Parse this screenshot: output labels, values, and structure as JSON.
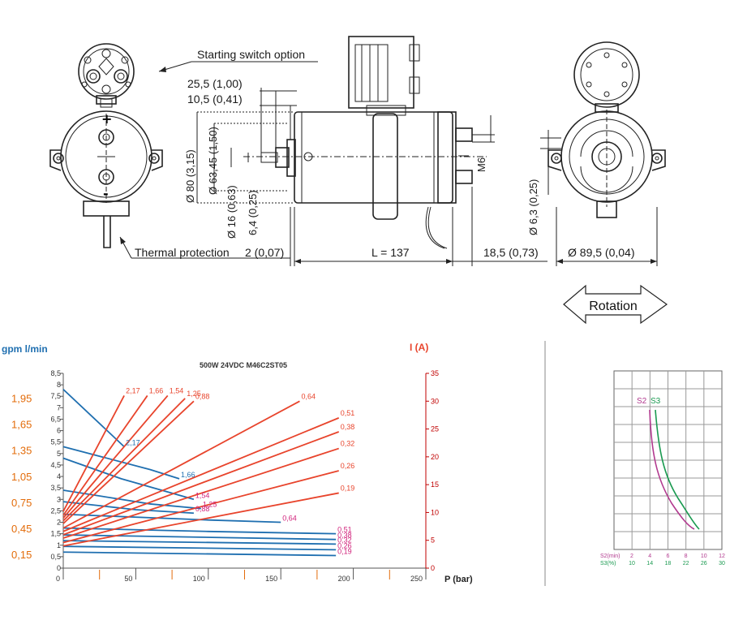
{
  "drawing": {
    "starting_switch_label": "Starting switch option",
    "thermal_protection_label": "Thermal protection",
    "rotation_label": "Rotation",
    "dims": {
      "d_25_5": "25,5 (1,00)",
      "d_10_5": "10,5 (0,41)",
      "d_80": "Ø 80 (3,15)",
      "d_63_45": "Ø 63,45 (1,50)",
      "d_16": "Ø 16 (0,63)",
      "d_6_4": "6,4 (0,25)",
      "d_2": "2 (0,07)",
      "d_L": "L = 137",
      "d_18_5": "18,5 (0,73)",
      "d_89_5": "Ø 89,5 (0,04)",
      "d_m6": "M6",
      "d_6_3": "Ø 6,3 (0,25)"
    },
    "plus_sign": "+",
    "minus_sign": "-"
  },
  "performance_chart": {
    "title": "500W 24VDC M46C2ST05",
    "left_axis_label": "gpm l/min",
    "right_axis_label": "I (A)",
    "x_axis_label": "P (bar)",
    "x_ticks": [
      "0",
      "50",
      "100",
      "150",
      "200",
      "250"
    ],
    "y_left_ticks": [
      "0",
      "0,5",
      "1",
      "1,5",
      "2",
      "2,5",
      "3",
      "3,5",
      "4",
      "4,5",
      "5",
      "5,5",
      "6",
      "6,5",
      "7",
      "7,5",
      "8",
      "8,5"
    ],
    "y_right_ticks": [
      "0",
      "5",
      "10",
      "15",
      "20",
      "25",
      "30",
      "35"
    ],
    "gpm_ticks": [
      "1,95",
      "1,65",
      "1,35",
      "1,05",
      "0,75",
      "0,45",
      "0,15"
    ]
  },
  "duty_chart": {
    "s2_label": "S2",
    "s3_label": "S3",
    "s2_axis_name": "S2(min)",
    "s3_axis_name": "S3(%)",
    "s2_ticks": [
      "2",
      "4",
      "6",
      "8",
      "10",
      "12"
    ],
    "s3_ticks": [
      "10",
      "14",
      "18",
      "22",
      "26",
      "30"
    ]
  },
  "chart_data": {
    "type": "line",
    "title": "500W 24VDC M46C2ST05",
    "xlabel": "P (bar)",
    "ylabel": "gpm l/min",
    "y2label": "I (A)",
    "xlim": [
      0,
      250
    ],
    "ylim": [
      0,
      8.5
    ],
    "y2lim": [
      0,
      35
    ],
    "grid": false,
    "flow_series": [
      {
        "name": "2,17",
        "x": [
          0,
          42
        ],
        "y": [
          7.8,
          5.3
        ]
      },
      {
        "name": "1,66",
        "x": [
          0,
          60,
          80
        ],
        "y": [
          5.3,
          4.3,
          3.9
        ]
      },
      {
        "name": "1,54",
        "x": [
          0,
          40,
          90
        ],
        "y": [
          4.8,
          3.9,
          3.0
        ]
      },
      {
        "name": "1,25",
        "x": [
          0,
          60,
          95
        ],
        "y": [
          3.4,
          2.8,
          2.6
        ]
      },
      {
        "name": "0,88",
        "x": [
          0,
          50,
          90
        ],
        "y": [
          2.9,
          2.55,
          2.4
        ]
      },
      {
        "name": "0,64",
        "x": [
          0,
          100,
          150
        ],
        "y": [
          2.35,
          2.1,
          2.0
        ]
      },
      {
        "name": "0,51",
        "x": [
          0,
          100,
          188
        ],
        "y": [
          1.75,
          1.6,
          1.5
        ]
      },
      {
        "name": "0,38",
        "x": [
          0,
          188
        ],
        "y": [
          1.45,
          1.25
        ]
      },
      {
        "name": "0,32",
        "x": [
          0,
          188
        ],
        "y": [
          1.2,
          1.05
        ]
      },
      {
        "name": "0,26",
        "x": [
          0,
          188
        ],
        "y": [
          0.95,
          0.8
        ]
      },
      {
        "name": "0,19",
        "x": [
          0,
          188
        ],
        "y": [
          0.7,
          0.55
        ]
      }
    ],
    "current_series": [
      {
        "name": "2,17",
        "x": [
          0,
          42
        ],
        "y": [
          10.2,
          31
        ]
      },
      {
        "name": "1,66",
        "x": [
          0,
          58
        ],
        "y": [
          9.5,
          31
        ]
      },
      {
        "name": "1,54",
        "x": [
          0,
          72
        ],
        "y": [
          9.0,
          31
        ]
      },
      {
        "name": "1,25",
        "x": [
          0,
          84
        ],
        "y": [
          8.5,
          30.5
        ]
      },
      {
        "name": "0,88",
        "x": [
          0,
          90
        ],
        "y": [
          8.0,
          30
        ]
      },
      {
        "name": "0,64",
        "x": [
          0,
          163
        ],
        "y": [
          7.2,
          30
        ]
      },
      {
        "name": "0,51",
        "x": [
          0,
          190
        ],
        "y": [
          6.6,
          27
        ]
      },
      {
        "name": "0,38",
        "x": [
          0,
          190
        ],
        "y": [
          6.0,
          24.5
        ]
      },
      {
        "name": "0,32",
        "x": [
          0,
          190
        ],
        "y": [
          5.4,
          21.5
        ]
      },
      {
        "name": "0,26",
        "x": [
          0,
          190
        ],
        "y": [
          4.6,
          17.5
        ]
      },
      {
        "name": "0,19",
        "x": [
          0,
          190
        ],
        "y": [
          4.0,
          13.5
        ]
      }
    ],
    "colors": {
      "flow": "#1f6fb0",
      "current": "#e8442c",
      "label_red": "#e8442c",
      "label_blue": "#1f6fb0",
      "label_magenta": "#d0207a",
      "s2": "#b23a8f",
      "s3": "#1a9a50"
    }
  }
}
